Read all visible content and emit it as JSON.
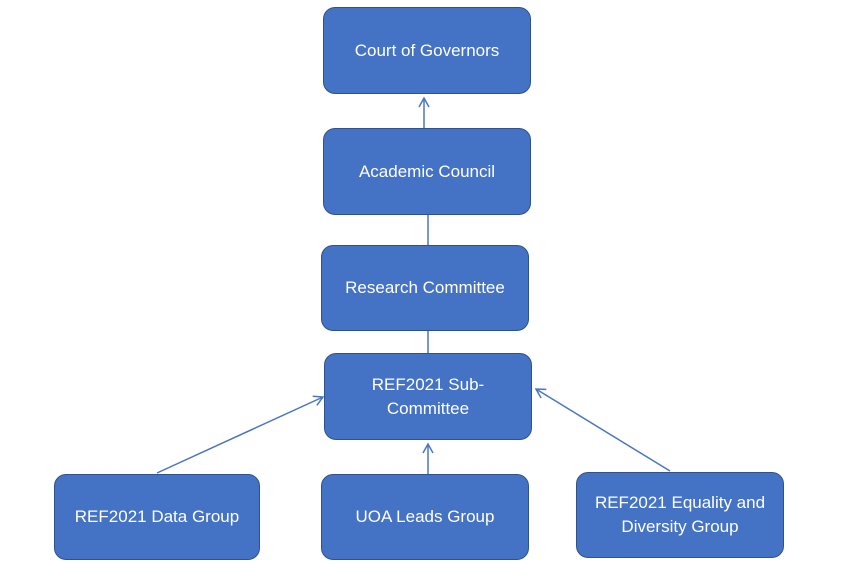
{
  "diagram": {
    "nodes": {
      "court": "Court of Governors",
      "academic": "Academic Council",
      "research": "Research Committee",
      "subcommittee": "REF2021 Sub-Committee",
      "data_group": "REF2021 Data Group",
      "uoa_group": "UOA Leads Group",
      "equality_group": "REF2021 Equality and Diversity Group"
    },
    "edges": [
      {
        "from": "academic",
        "to": "court",
        "arrow": true
      },
      {
        "from": "research",
        "to": "academic",
        "arrow": false
      },
      {
        "from": "subcommittee",
        "to": "research",
        "arrow": false
      },
      {
        "from": "data_group",
        "to": "subcommittee",
        "arrow": true
      },
      {
        "from": "uoa_group",
        "to": "subcommittee",
        "arrow": true
      },
      {
        "from": "equality_group",
        "to": "subcommittee",
        "arrow": true
      }
    ],
    "colors": {
      "node_fill": "#4472c4",
      "node_border": "#2f528f",
      "node_text": "#ffffff",
      "connector": "#4a76c0"
    }
  }
}
